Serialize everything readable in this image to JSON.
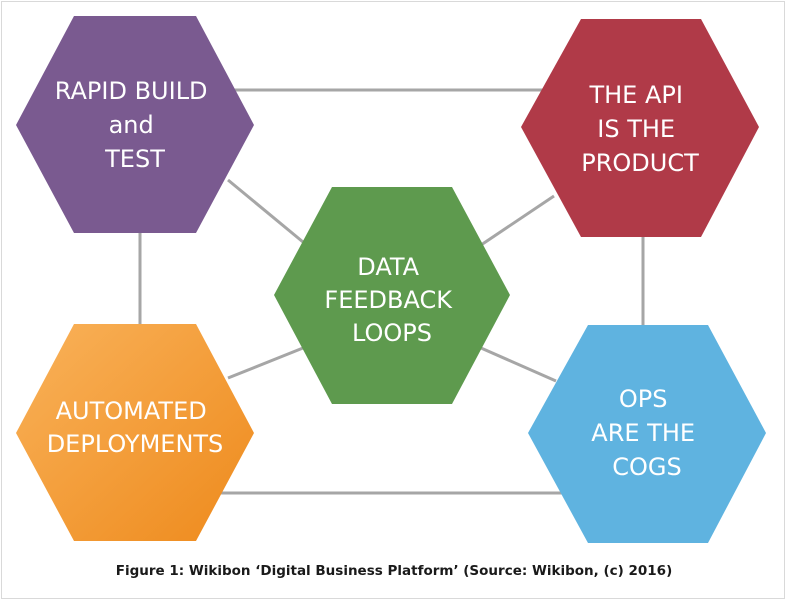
{
  "diagram": {
    "nodes": [
      {
        "id": "rapid",
        "lines": [
          "RAPID BUILD",
          "and",
          "TEST"
        ],
        "color": "#7a5a90",
        "gradient": false
      },
      {
        "id": "api",
        "lines": [
          "THE API",
          "IS THE",
          "PRODUCT"
        ],
        "color": "#b03a48",
        "gradient": false
      },
      {
        "id": "data",
        "lines": [
          "DATA",
          "FEEDBACK",
          "LOOPS"
        ],
        "color": "#5e9a4e",
        "gradient": false
      },
      {
        "id": "auto",
        "lines": [
          "AUTOMATED",
          "DEPLOYMENTS"
        ],
        "color": "#f39a3a",
        "gradient": true
      },
      {
        "id": "ops",
        "lines": [
          "OPS",
          "ARE THE",
          "COGS"
        ],
        "color": "#5fb3e0",
        "gradient": false
      }
    ],
    "connector_color": "#a6a6a6"
  },
  "caption": "Figure 1: Wikibon ‘Digital Business Platform’ (Source: Wikibon, (c) 2016)"
}
